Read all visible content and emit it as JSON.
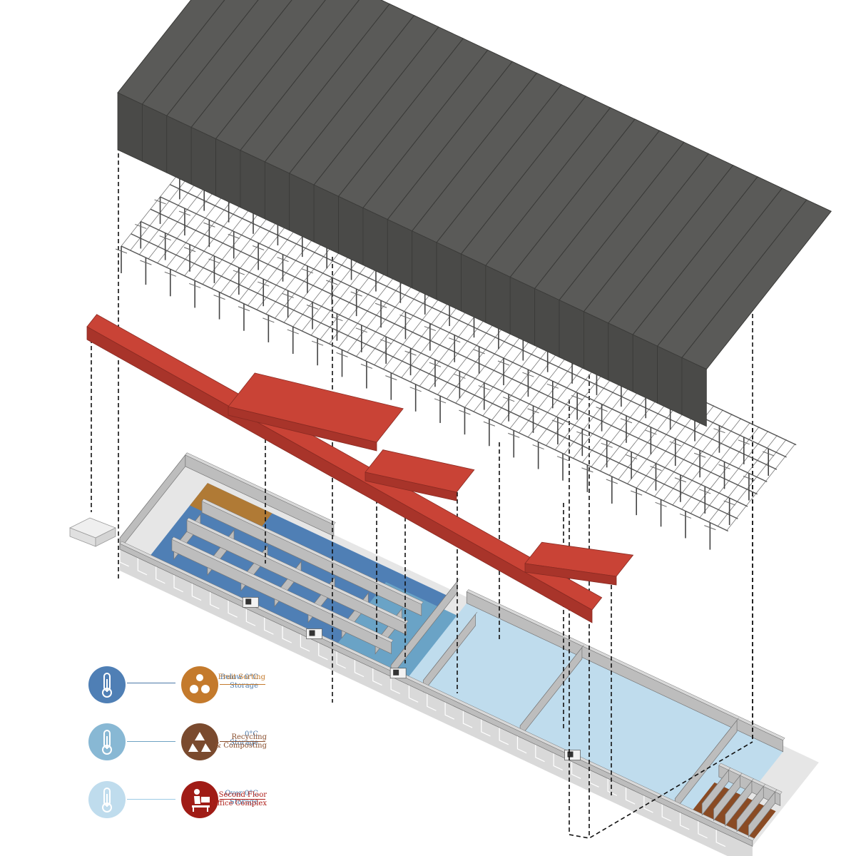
{
  "colors": {
    "below_zero": "#4f7fb5",
    "zero": "#88b8d4",
    "over_zero": "#bfdced",
    "fruit_sorting": "#c47a2c",
    "recycling": "#7a4a2e",
    "office": "#a01c16",
    "roof": "#5a5a58",
    "mezzanine": "#c94336",
    "wall": "#bdbdbd",
    "cold_room_wood": "#b07a35",
    "office_wood": "#8a4b24"
  },
  "legend": {
    "storage": [
      {
        "line1": "Below 0°C",
        "line2": "Storage",
        "color_key": "below_zero",
        "icon": "thermometer-icon"
      },
      {
        "line1": "0°C",
        "line2": "Storage",
        "color_key": "zero",
        "icon": "thermometer-icon"
      },
      {
        "line1": "Over 0°C",
        "line2": "Storage",
        "color_key": "over_zero",
        "icon": "thermometer-icon"
      }
    ],
    "functions": [
      {
        "line1": "Fruit Sorting",
        "line2": "",
        "color_key": "fruit_sorting",
        "icon": "fruit-icon"
      },
      {
        "line1": "Recycling",
        "line2": "& Composting",
        "color_key": "recycling",
        "icon": "recycle-icon"
      },
      {
        "line1": "Second Floor",
        "line2": "Office Complex",
        "color_key": "office",
        "icon": "office-worker-icon"
      }
    ]
  }
}
